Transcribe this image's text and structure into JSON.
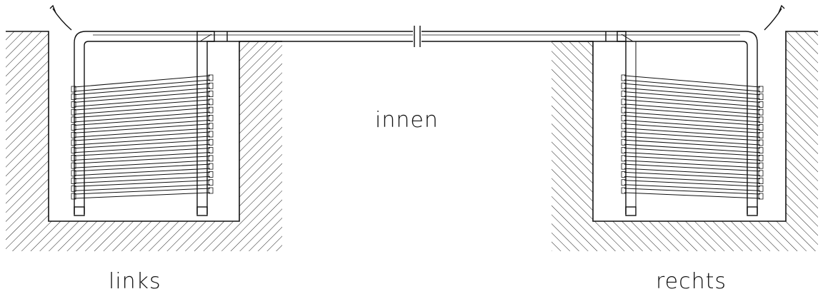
{
  "labels": {
    "left": "links",
    "center": "innen",
    "right": "rechts"
  },
  "colors": {
    "line": "#111111",
    "hatch": "#222222",
    "background": "#ffffff"
  },
  "sections": [
    {
      "name": "left",
      "bars": 15
    },
    {
      "name": "right",
      "bars": 15
    }
  ]
}
